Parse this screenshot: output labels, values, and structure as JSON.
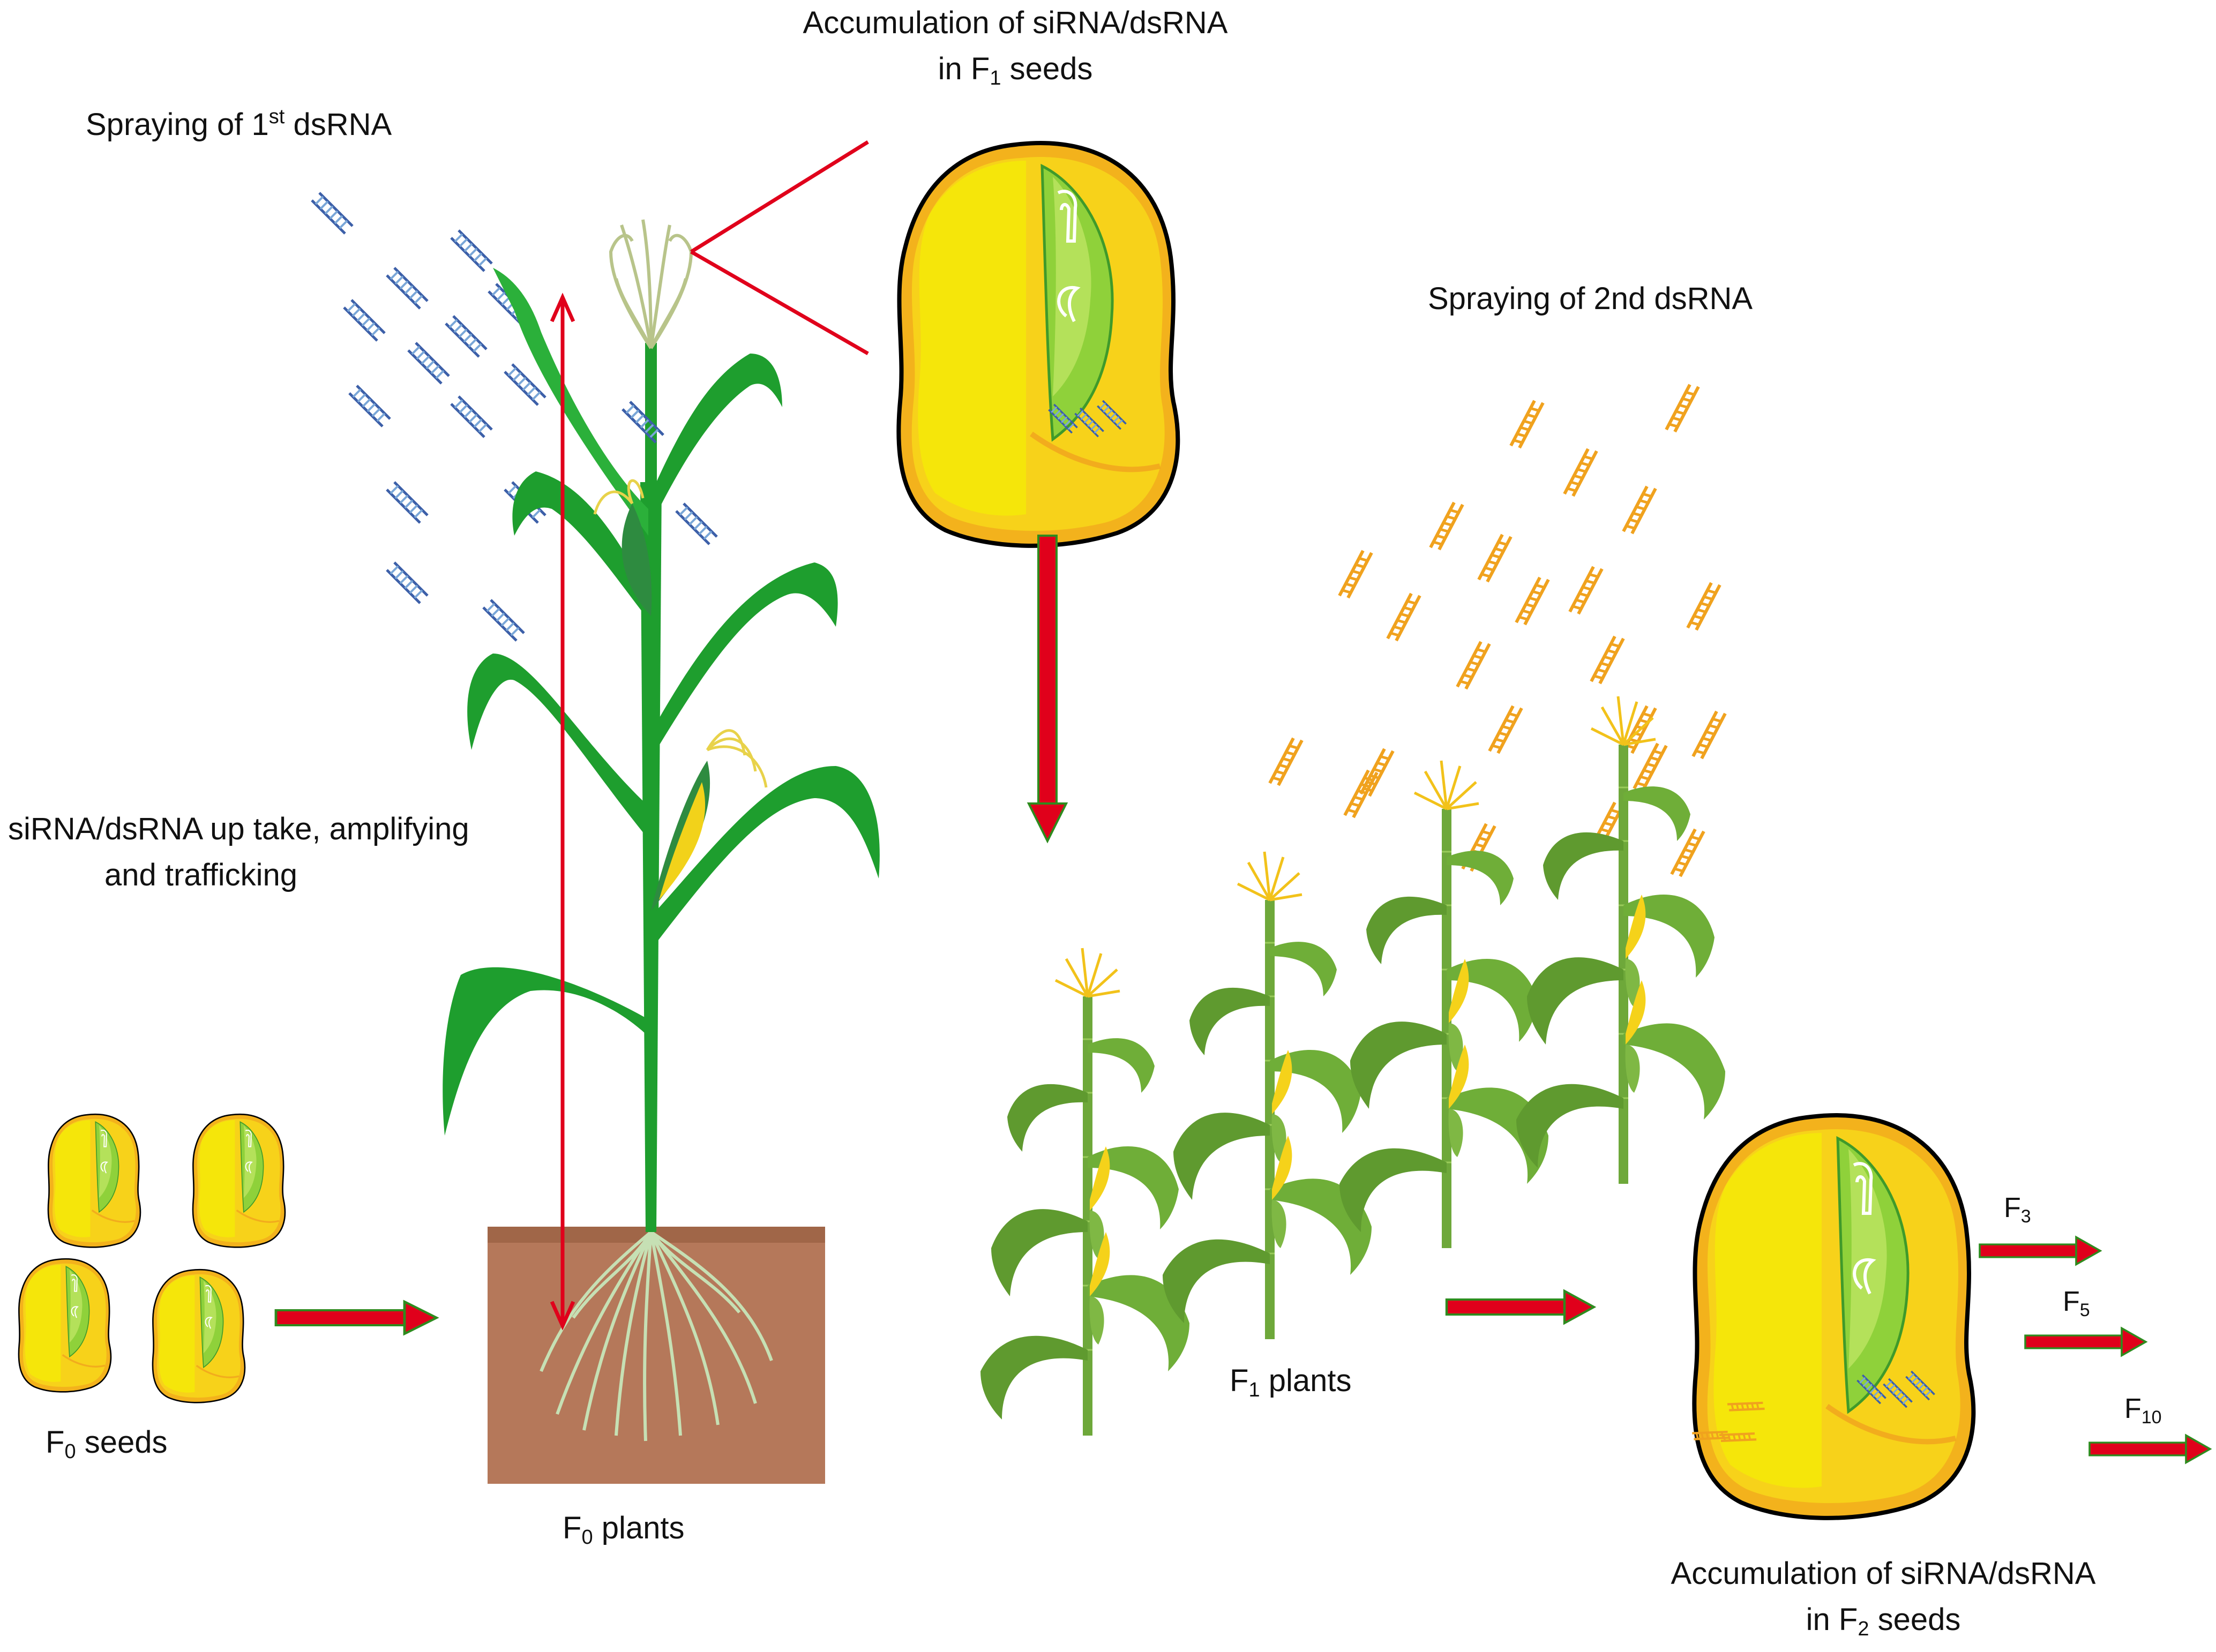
{
  "labels": {
    "spray1_a": "Spraying of 1",
    "spray1_sup": "st",
    "spray1_b": " dsRNA",
    "acc1_line1": "Accumulation of siRNA/dsRNA",
    "acc1_line2_a": "in F",
    "acc1_line2_sub": "1",
    "acc1_line2_b": " seeds",
    "spray2": "Spraying of  2nd  dsRNA",
    "uptake_line1": "siRNA/dsRNA up take, amplifying",
    "uptake_line2": "and trafficking",
    "f0_seeds_a": "F",
    "f0_seeds_sub": "0",
    "f0_seeds_b": " seeds",
    "f0_plants_a": "F",
    "f0_plants_sub": "0",
    "f0_plants_b": " plants",
    "f1_plants_a": "F",
    "f1_plants_sub": "1",
    "f1_plants_b": " plants",
    "acc2_line1": "Accumulation of siRNA/dsRNA",
    "acc2_line2_a": "in F",
    "acc2_line2_sub": "2",
    "acc2_line2_b": " seeds"
  },
  "generations": [
    {
      "prefix": "F",
      "sub": "3"
    },
    {
      "prefix": "F",
      "sub": "5"
    },
    {
      "prefix": "F",
      "sub": "10"
    }
  ],
  "colors": {
    "first_dsrna": "#3c5fa8",
    "second_dsrna": "#f0a21e",
    "arrow_red": "#e0001b",
    "arrow_outline": "#2e8b1e",
    "soil": "#b5785a",
    "maize_green": "#1e9e2e",
    "seed_yellow": "#f5e60a",
    "seed_orange": "#f3b21c",
    "embryo_green": "#8fd13a"
  }
}
